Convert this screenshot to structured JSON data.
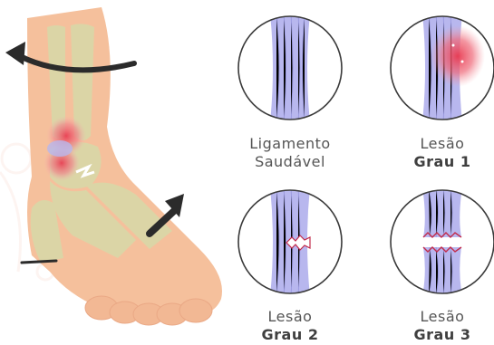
{
  "figure": {
    "colors": {
      "skin": "#f5c09c",
      "skin_shadow": "#e8a986",
      "bone": "#d9d8a8",
      "ligament": "#b8b7ee",
      "ligament_line": "#9c9be0",
      "injury": "#e8384f",
      "tear_edge": "#c22a4a",
      "arrow": "#2b2b2b",
      "circle": "#3a3a3a"
    },
    "icons": [
      "rotation-arrow-icon",
      "direction-arrow-icon"
    ]
  },
  "panels": [
    {
      "line1": "Ligamento",
      "line2": "Saudável"
    },
    {
      "line1": "Lesão",
      "line2": "Grau 1"
    },
    {
      "line1": "Lesão",
      "line2": "Grau 2"
    },
    {
      "line1": "Lesão",
      "line2": "Grau 3"
    }
  ]
}
